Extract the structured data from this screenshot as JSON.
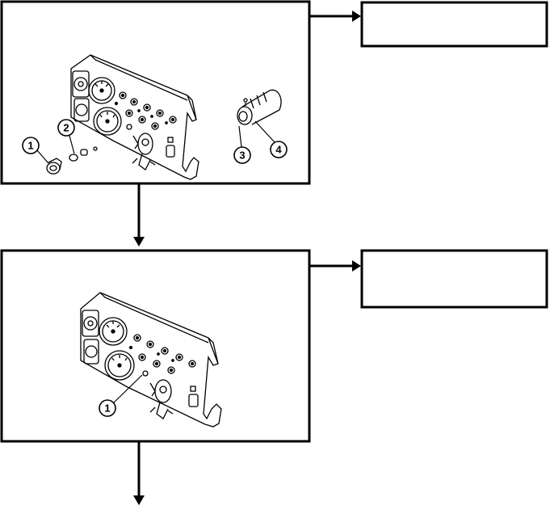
{
  "figure": {
    "top_panel": {
      "callouts": [
        {
          "number": "1"
        },
        {
          "number": "2"
        },
        {
          "number": "3"
        },
        {
          "number": "4"
        }
      ],
      "note_text": ""
    },
    "bottom_panel": {
      "callouts": [
        {
          "number": "1"
        }
      ],
      "note_text": ""
    },
    "colors": {
      "line": "#000000",
      "background": "#ffffff"
    }
  }
}
